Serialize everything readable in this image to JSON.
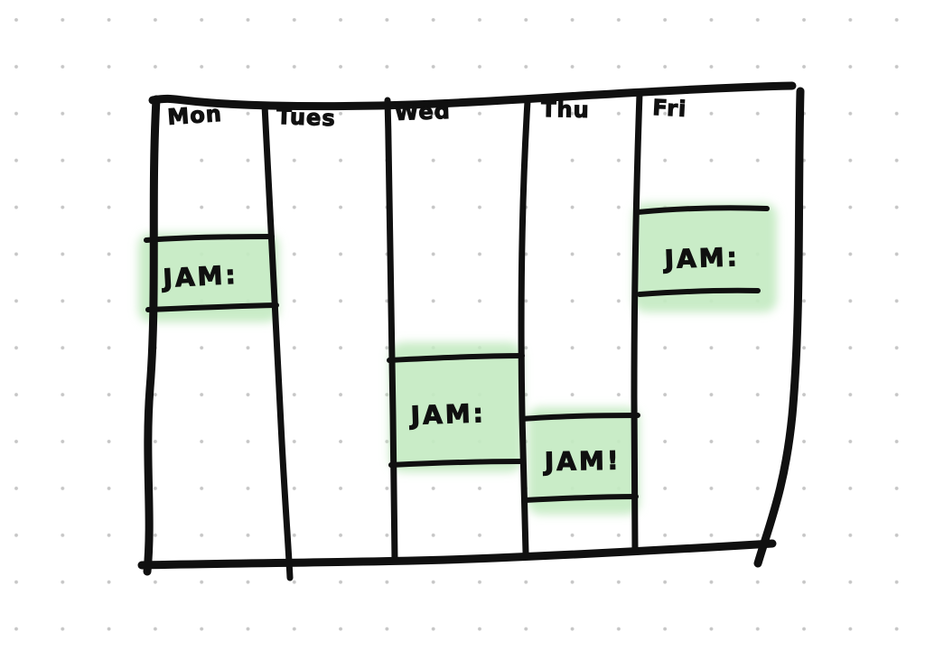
{
  "sketch": {
    "columns": [
      {
        "label": "Mon",
        "event_label": "JAM:"
      },
      {
        "label": "Tues"
      },
      {
        "label": "Wed",
        "event_label": "JAM:"
      },
      {
        "label": "Thu",
        "event_label": "JAM!"
      },
      {
        "label": "Fri",
        "event_label": "JAM:"
      }
    ],
    "colors": {
      "background": "#ffffff",
      "dot": "#c6c6c6",
      "ink": "#101010",
      "highlight": "#c4eac2"
    }
  }
}
